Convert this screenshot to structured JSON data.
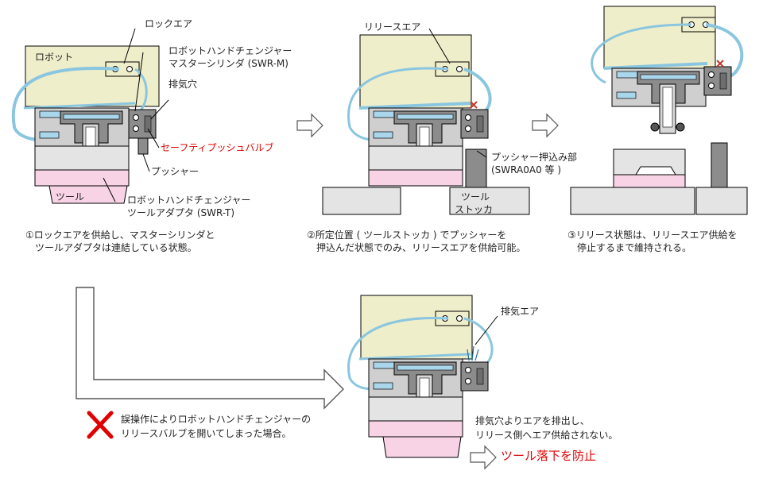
{
  "colors": {
    "robot": "#efeecb",
    "body": "#cfcfcf",
    "dark": "#8c8c8c",
    "tool": "#f8d3e6",
    "gray": "#e4e4e4",
    "air": "#a9d6ea",
    "accent": "#e00000"
  },
  "labels": {
    "lock_air": "ロックエア",
    "robot": "ロボット",
    "master_1": "ロボットハンドチェンジャー",
    "master_2": "マスターシリンダ (SWR-M)",
    "exhaust_hole": "排気穴",
    "safety_valve": "セーフティプッシュバルブ",
    "pusher": "プッシャー",
    "tool": "ツール",
    "adapter_1": "ロボットハンドチェンジャー",
    "adapter_2": "ツールアダプタ (SWR-T)",
    "release_air": "リリースエア",
    "pusher_press_1": "プッシャー押込み部",
    "pusher_press_2": "(SWRA0A0 等 )",
    "stocker_1": "ツール",
    "stocker_2": "ストッカ",
    "exhaust_air": "排気エア"
  },
  "captions": {
    "step1_1": "①ロックエアを供給し、マスターシリンダと",
    "step1_2": "ツールアダプタは連結している状態。",
    "step2_1": "②所定位置 ( ツールストッカ ) でプッシャーを",
    "step2_2": "押込んだ状態でのみ、リリースエアを供給可能。",
    "step3_1": "③リリース状態は、リリースエア供給を",
    "step3_2": "停止するまで維持される。",
    "misop_1": "誤操作によりロボットハンドチェンジャーの",
    "misop_2": "リリースバルブを開いてしまった場合。",
    "result_1": "排気穴よりエアを排出し、",
    "result_2": "リリース側へエア供給されない。",
    "prevent": "ツール落下を防止"
  },
  "icons": [
    "x-mark-icon",
    "hollow-arrow-icon",
    "cross-icon"
  ]
}
